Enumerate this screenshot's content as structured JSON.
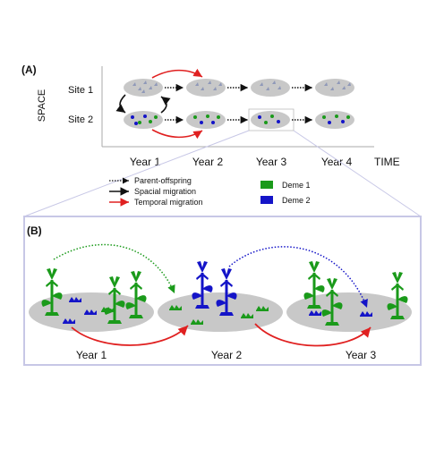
{
  "panel_a": {
    "label": "(A)",
    "y_axis": "SPACE",
    "x_axis": "TIME",
    "sites": [
      "Site 1",
      "Site 2"
    ],
    "years": [
      "Year 1",
      "Year 2",
      "Year 3",
      "Year 4"
    ]
  },
  "legend": {
    "arrows": [
      {
        "label": "Parent-offspring",
        "style": "dotted",
        "color": "#111111"
      },
      {
        "label": "Spacial migration",
        "style": "solid",
        "color": "#111111"
      },
      {
        "label": "Temporal migration",
        "style": "solid",
        "color": "#e02020"
      }
    ],
    "demes": [
      {
        "label": "Deme 1",
        "color": "#1a9a1a"
      },
      {
        "label": "Deme 2",
        "color": "#1414c8"
      }
    ]
  },
  "panel_b": {
    "label": "(B)",
    "years": [
      "Year 1",
      "Year 2",
      "Year 3"
    ]
  },
  "colors": {
    "deme1": "#1a9a1a",
    "deme2": "#1414c8",
    "temporal": "#e02020",
    "blob": "#c8c8c8",
    "panel_border": "#c7c7e6"
  }
}
